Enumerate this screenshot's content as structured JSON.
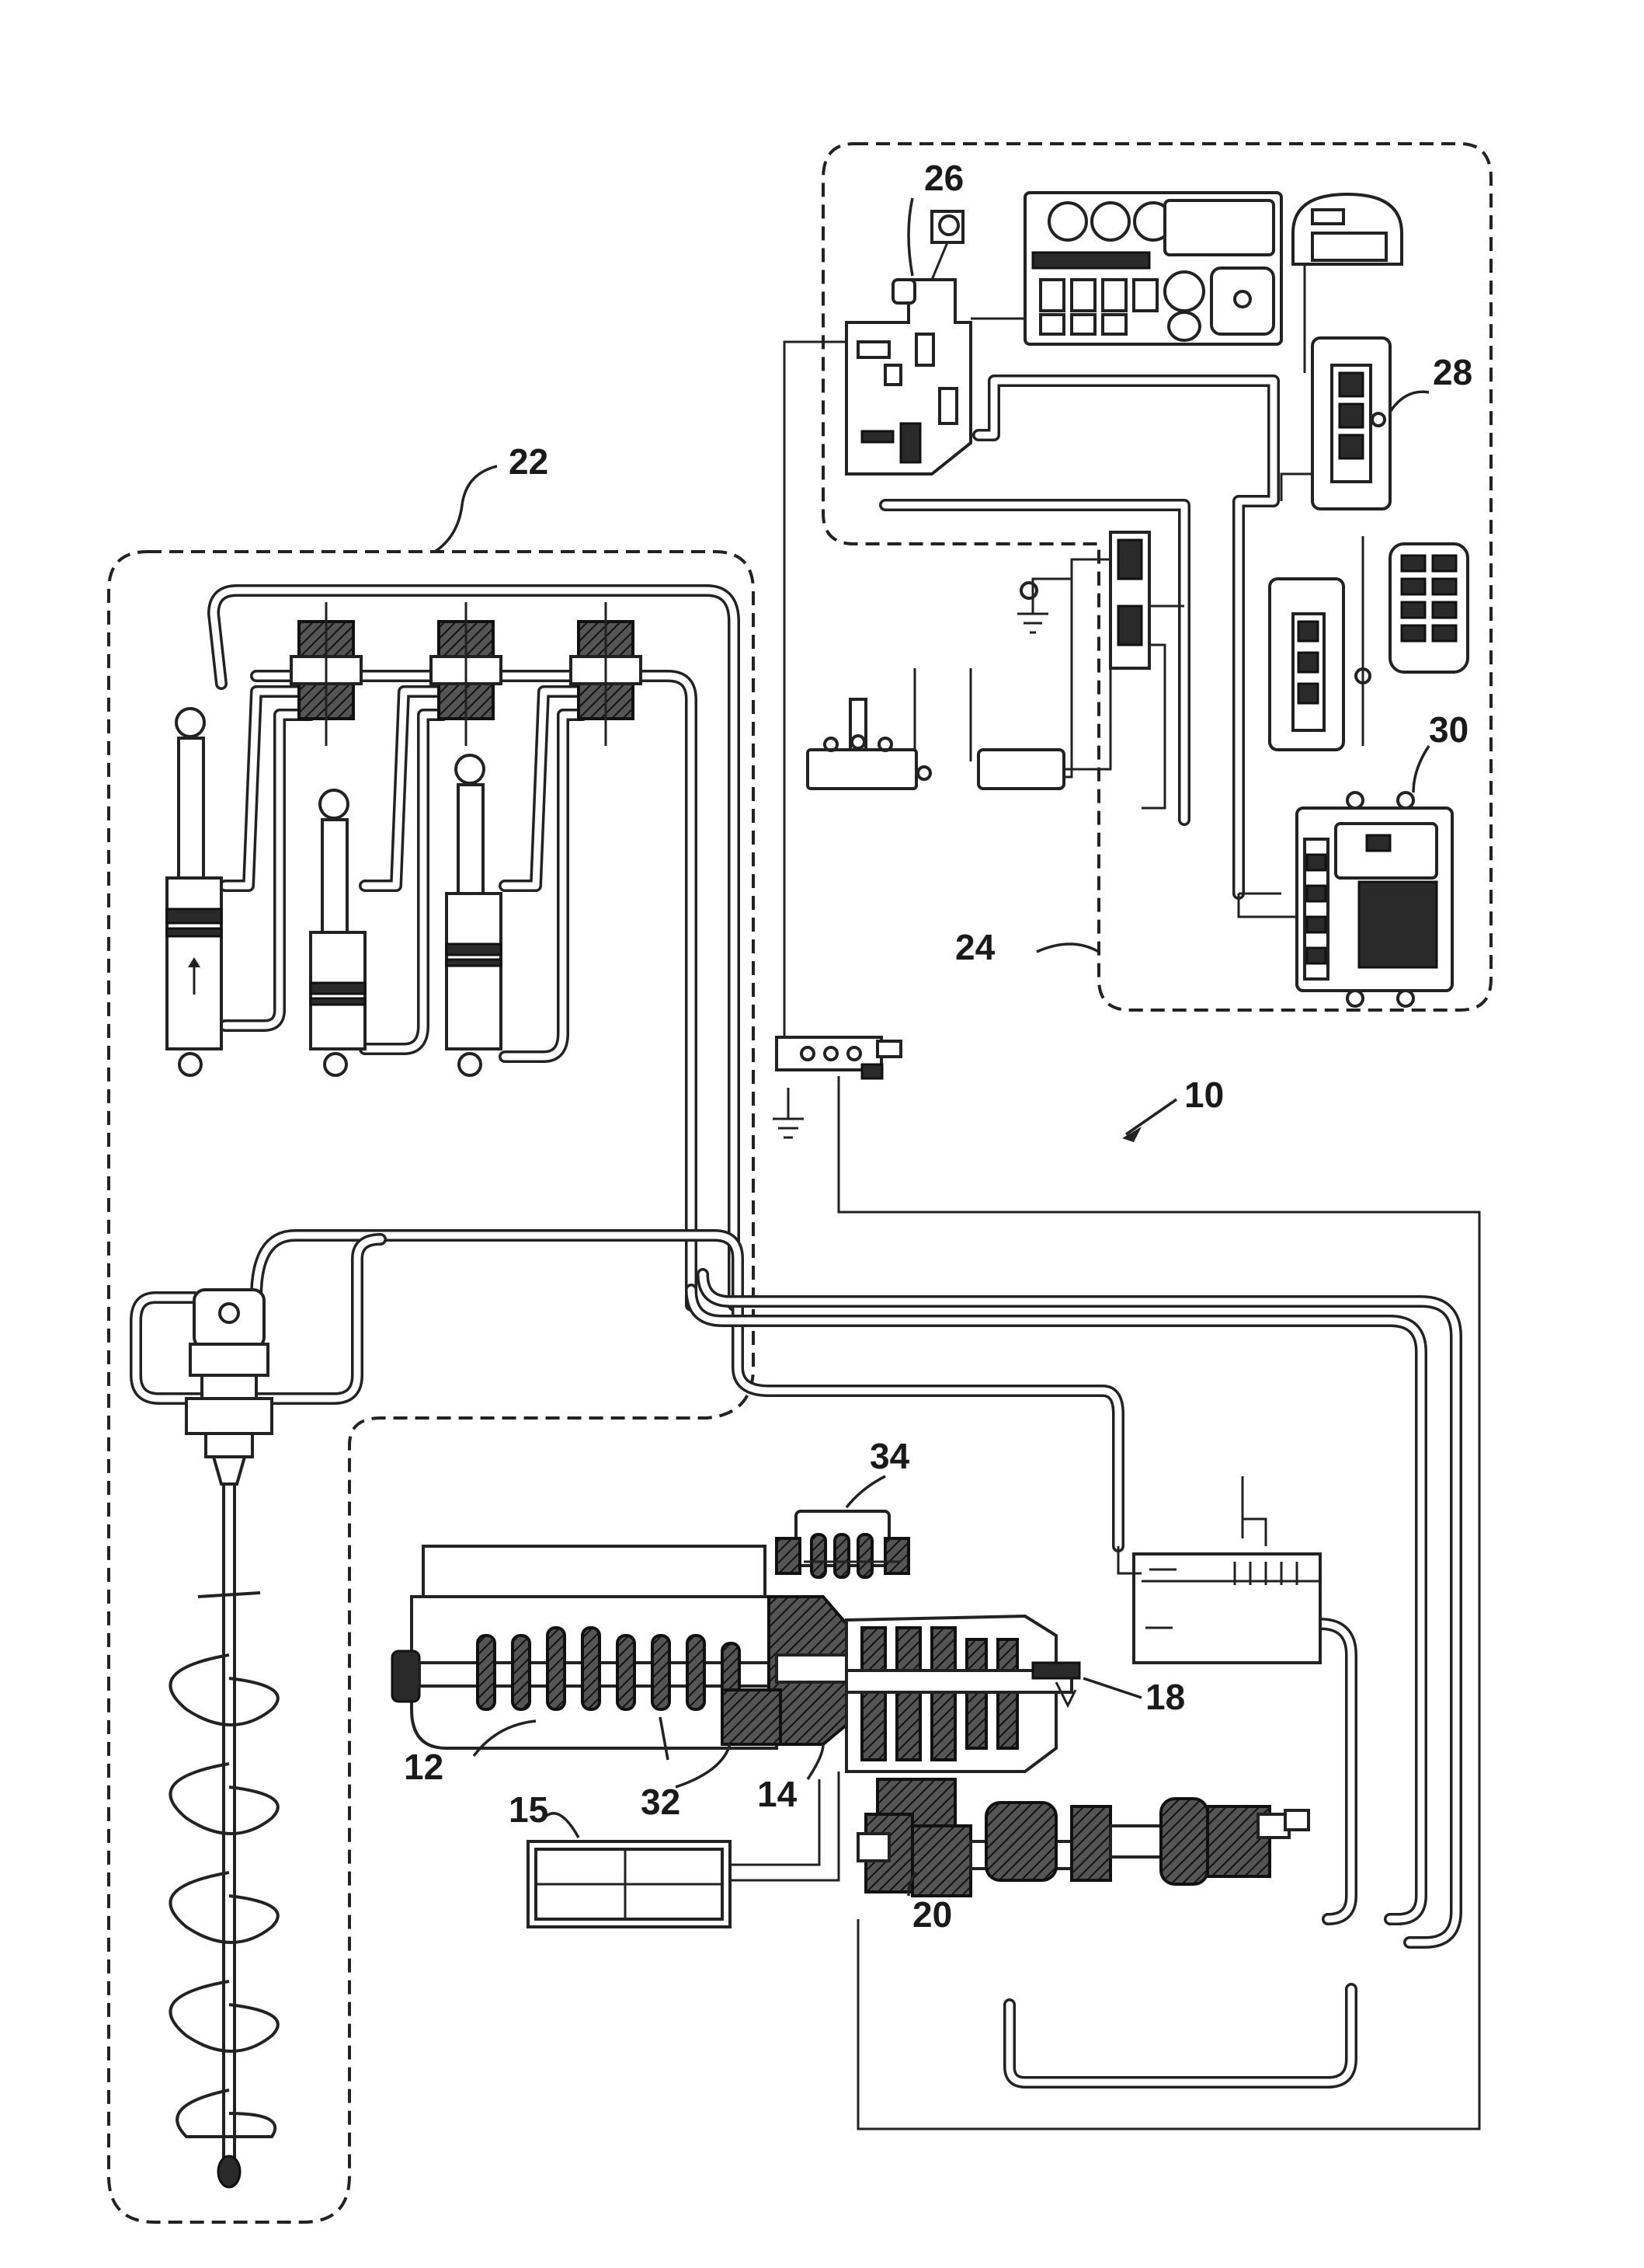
{
  "reference_labels": {
    "assembly": "10",
    "engine": "12",
    "flywheel_housing": "14",
    "reservoir_panel": "15",
    "transmission": "18",
    "pump_assembly": "20",
    "hydraulic_system": "22",
    "control_system": "24",
    "control_module": "26",
    "relay_module": "28",
    "controller": "30",
    "gear_train": "32",
    "auxiliary_drive": "34"
  }
}
